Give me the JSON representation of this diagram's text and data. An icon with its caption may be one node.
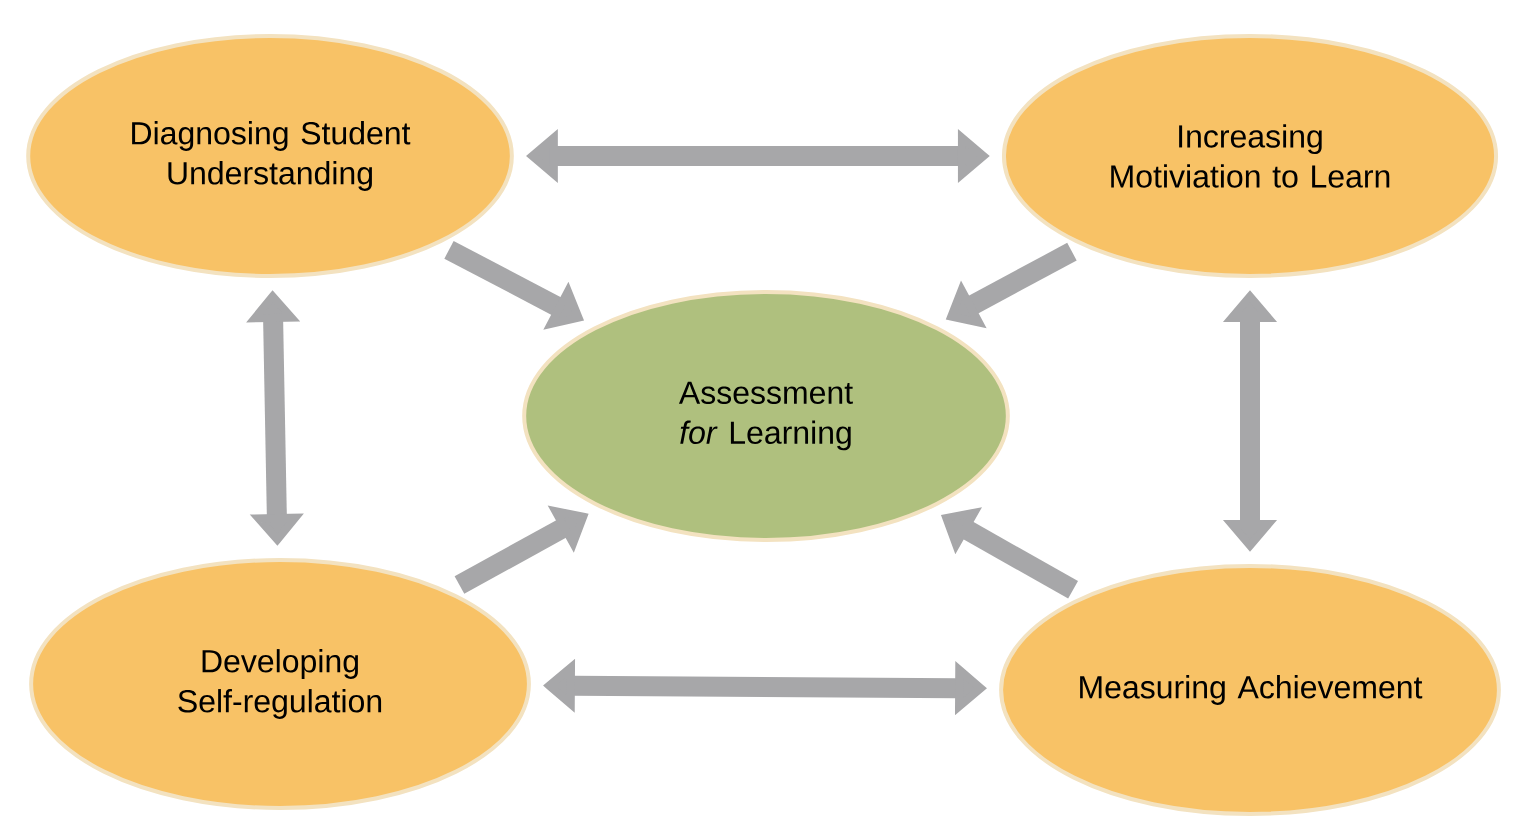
{
  "diagram": {
    "nodes": [
      {
        "text": [
          "Diagnosing Student Understanding"
        ]
      },
      {
        "text": [
          "Increasing Motiviation to Learn"
        ]
      },
      {
        "text": [
          "Assessment *for* Learning"
        ]
      },
      {
        "text": [
          "Developing Self-regulation"
        ]
      },
      {
        "text": [
          "Measuring Achievement"
        ]
      }
    ],
    "edges": [
      {
        "from": 0,
        "to": 1,
        "arrow": "both"
      },
      {
        "from": 0,
        "to": 2,
        "arrow": "to"
      },
      {
        "from": 1,
        "to": 2,
        "arrow": "to"
      },
      {
        "from": 0,
        "to": 3,
        "arrow": "both"
      },
      {
        "from": 1,
        "to": 4,
        "arrow": "both"
      },
      {
        "from": 3,
        "to": 2,
        "arrow": "to"
      },
      {
        "from": 4,
        "to": 2,
        "arrow": "to"
      },
      {
        "from": 3,
        "to": 4,
        "arrow": "both"
      }
    ]
  }
}
